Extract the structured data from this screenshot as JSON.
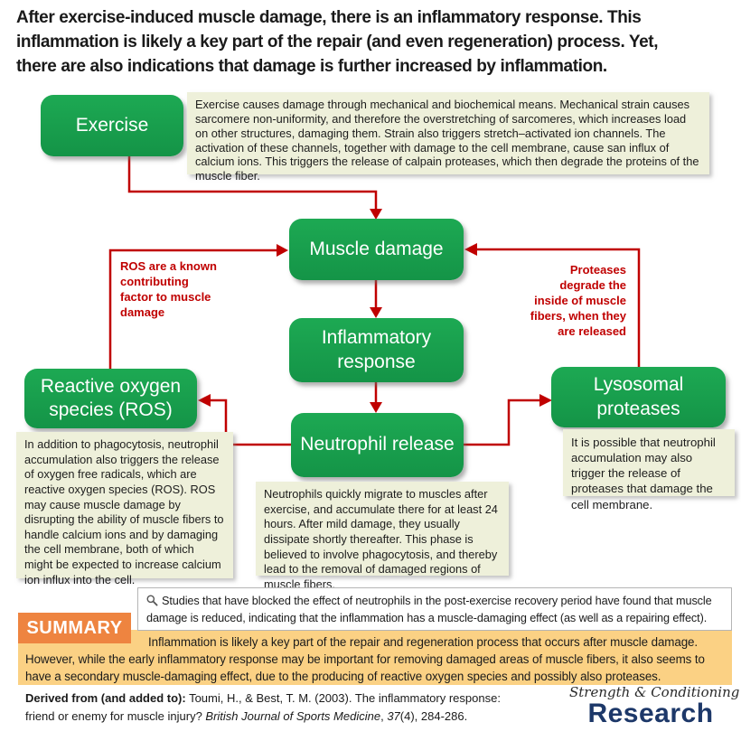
{
  "title": {
    "lines": [
      "After exercise-induced muscle damage, there is an inflammatory response. This",
      "inflammation is likely a key part of the repair (and even regeneration) process. Yet,",
      "there are also indications that damage is further increased by inflammation."
    ]
  },
  "diagram": {
    "nodes": {
      "exercise": {
        "label": "Exercise"
      },
      "muscle_damage": {
        "label": "Muscle damage"
      },
      "inflammatory_response": {
        "label": "Inflammatory response"
      },
      "neutrophil_release": {
        "label": "Neutrophil release"
      },
      "ros": {
        "label": "Reactive oxygen species (ROS)"
      },
      "lysosomal_proteases": {
        "label": "Lysosomal proteases"
      }
    },
    "notes": {
      "exercise": "Exercise causes damage through mechanical and biochemical means. Mechanical strain causes sarcomere non-uniformity, and therefore the overstretching of sarcomeres, which increases load on other structures, damaging them. Strain also triggers stretch–activated ion channels. The activation of these channels, together with damage to the cell membrane, cause san influx of calcium ions. This triggers the release of calpain proteases, which then degrade the proteins of the muscle fiber.",
      "ros": "In addition to phagocytosis, neutrophil accumulation also triggers the release of oxygen free radicals, which are reactive oxygen species (ROS). ROS may cause muscle damage by disrupting the ability of muscle fibers to handle calcium ions and by damaging the cell membrane, both of which might be expected to increase calcium ion influx into the cell.",
      "neutrophil": "Neutrophils quickly migrate to muscles after exercise, and accumulate there for at least 24 hours. After mild damage, they usually dissipate shortly thereafter. This phase is believed to involve phagocytosis, and thereby lead to the removal of damaged regions of muscle fibers.",
      "lysosomal": "It is possible that neutrophil accumulation may also trigger the release of proteases that damage the cell membrane."
    },
    "annotations": {
      "ros_to_damage": "ROS are a known contributing factor to muscle damage",
      "proteases_to_damage": "Proteases degrade the inside of muscle fibers, when they are released"
    }
  },
  "summary": {
    "label": "SUMMARY",
    "studies_note": "Studies that have blocked the effect of neutrophils in the post-exercise recovery period have found that muscle damage is reduced, indicating that the inflammation has a muscle-damaging effect (as well as a repairing effect).",
    "conclusion": "Inflammation is likely a key part of the repair and regeneration process that occurs after muscle damage. However, while the early inflammatory response may be important for removing damaged areas of muscle fibers, it also seems to have a secondary muscle-damaging effect, due to the producing of reactive oxygen species and possibly also proteases."
  },
  "footer": {
    "citation": {
      "prefix_bold": "Derived from (and added to):",
      "line1_rest": " Toumi, H., & Best, T. M. (2003). The inflammatory response:",
      "line2_pre": "friend or enemy for muscle injury? ",
      "journal_italic": "British Journal of Sports Medicine",
      "separator": ", ",
      "volume_italic": "37",
      "tail": "(4), 284-286."
    },
    "logo": {
      "script_line": "Strength & Conditioning",
      "main_line": "Research"
    }
  },
  "colors": {
    "node_green": "#17a24e",
    "arrow_red": "#c00000",
    "note_beige": "#eef0da",
    "summary_yellow": "#fbd184",
    "summary_orange": "#ee8440",
    "logo_navy": "#1d3869"
  }
}
